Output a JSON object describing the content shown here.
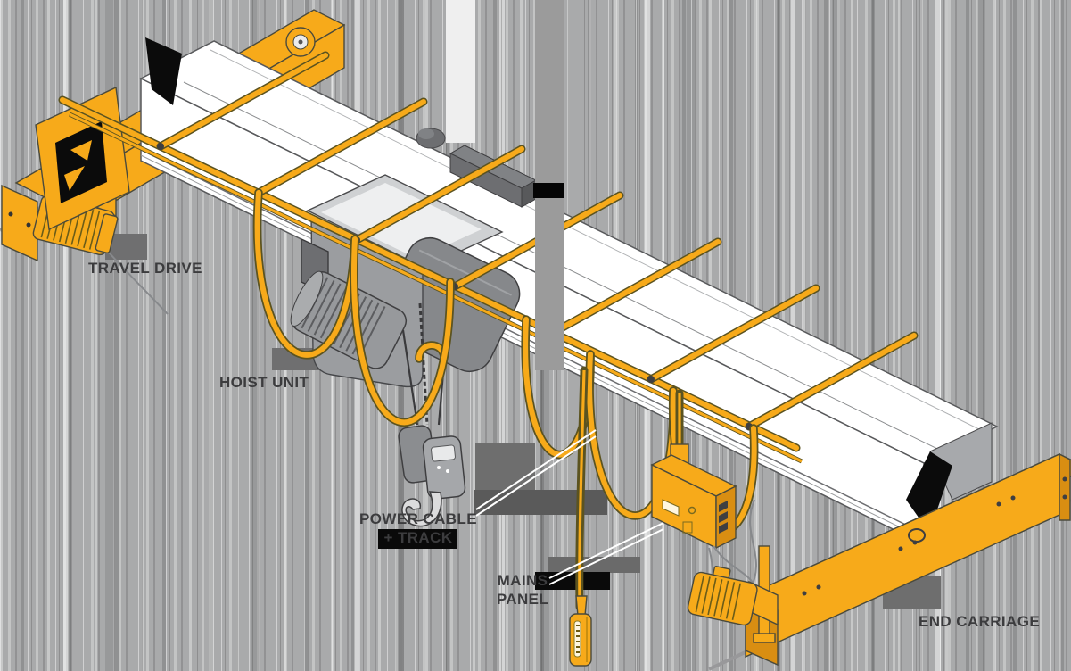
{
  "meta": {
    "type": "technical diagram",
    "subject": "Single-girder overhead crane with labelled components"
  },
  "colors": {
    "crane_yellow": "#F7AA1A",
    "crane_yellow_dark": "#D98E12",
    "outline": "#4A4A3C",
    "component_gray": "#6D6E71",
    "light_gray": "#A7A9AC",
    "girder_white": "#FFFFFF",
    "label_text": "#3C3C3E",
    "background_base": "#A9AAAB",
    "leader_line": "#FFFFFF"
  },
  "labels": {
    "travel_drive": "TRAVEL DRIVE",
    "hoist_unit": "HOIST UNIT",
    "power_cable_line1": "POWER CABLE",
    "power_cable_line2": "+ TRACK",
    "mains_panel_line1": "MAINS",
    "mains_panel_line2": "PANEL",
    "end_carriage": "END CARRIAGE"
  }
}
